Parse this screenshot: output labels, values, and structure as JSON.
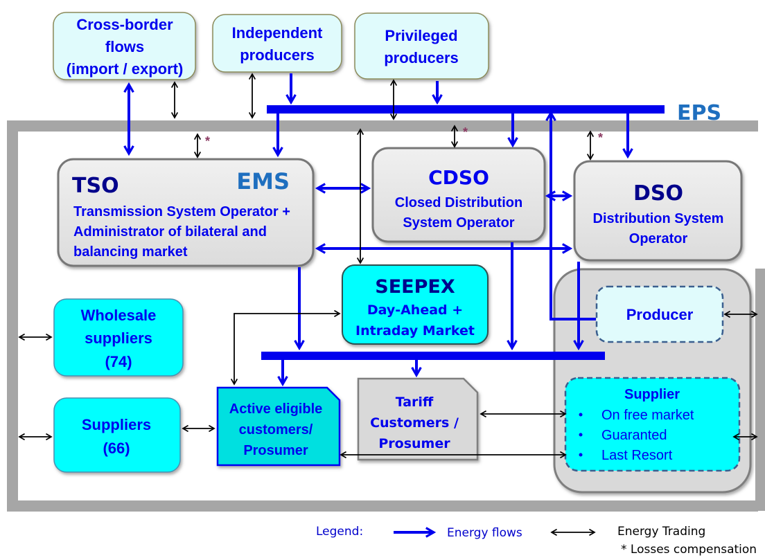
{
  "diagram": {
    "title_tag": "EPS",
    "ems_label": "EMS",
    "external": {
      "cross_border": [
        "Cross-border",
        "flows",
        "(import / export)"
      ],
      "independent": [
        "Independent",
        "producers"
      ],
      "privileged": [
        "Privileged",
        "producers"
      ]
    },
    "tso": {
      "title": "TSO",
      "lines": [
        "Transmission System Operator +",
        "Administrator of bilateral and",
        "balancing market"
      ]
    },
    "cdso": {
      "title": "CDSO",
      "lines": [
        "Closed Distribution",
        "System Operator"
      ]
    },
    "dso": {
      "title": "DSO",
      "lines": [
        "Distribution System",
        "Operator"
      ]
    },
    "seepex": {
      "title": "SEEPEX",
      "lines": [
        "Day-Ahead +",
        "Intraday Market"
      ]
    },
    "wholesale": [
      "Wholesale",
      "suppliers",
      "(74)"
    ],
    "suppliers": [
      "Suppliers",
      "(66)"
    ],
    "active_customers": [
      "Active eligible",
      "customers/",
      "Prosumer"
    ],
    "tariff_customers": [
      "Tariff",
      "Customers /",
      "Prosumer"
    ],
    "producer": "Producer",
    "supplier": {
      "title": "Supplier",
      "items": [
        "On free market",
        "Guaranted",
        "Last Resort"
      ]
    },
    "losses_marker": "*"
  },
  "legend": {
    "label": "Legend:",
    "energy_flows": "Energy  flows",
    "energy_trading": "Energy Trading",
    "losses": "* Losses compensation"
  },
  "colors": {
    "energy_flow": "#0000ee",
    "trading": "#000000",
    "frame": "#a6a6a6",
    "light_cyan": "#e0fbfc",
    "cyan": "#00ffff",
    "operator_grey": "#e6e6e6"
  }
}
